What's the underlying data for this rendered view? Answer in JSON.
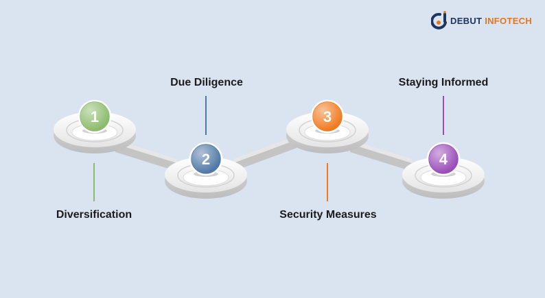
{
  "brand": {
    "name_part1": "DEBUT",
    "name_part2": "INFOTECH",
    "logo_icon": "debut-d-logo-icon",
    "colors": {
      "primary": "#1e3560",
      "accent": "#e8751a"
    }
  },
  "steps": [
    {
      "number": "1",
      "label": "Diversification",
      "color": "#8cbb6c"
    },
    {
      "number": "2",
      "label": "Due Diligence",
      "color": "#4f78a6"
    },
    {
      "number": "3",
      "label": "Security Measures",
      "color": "#f07a1f"
    },
    {
      "number": "4",
      "label": "Staying Informed",
      "color": "#9a4cb8"
    }
  ]
}
